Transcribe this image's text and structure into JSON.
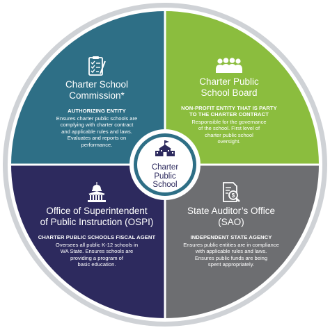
{
  "center": {
    "label_line1": "Charter",
    "label_line2": "Public",
    "label_line3": "School",
    "icon": "school-building-icon"
  },
  "quadrants": {
    "top_left": {
      "title_line1": "Charter School",
      "title_line2": "Commission*",
      "subtitle": "AUTHORIZING ENTITY",
      "desc": [
        "Ensures charter public schools are",
        "complying with charter contract",
        "and applicable rules and laws.",
        "Evaluates and reports on",
        "performance."
      ],
      "icon": "clipboard-checklist-icon",
      "color": "#2e6f86"
    },
    "top_right": {
      "title_line1": "Charter Public",
      "title_line2": "School Board",
      "subtitle_line1": "NON-PROFIT ENTITY THAT IS PARTY",
      "subtitle_line2": "TO THE CHARTER CONTRACT",
      "desc": [
        "Responsible for the governance",
        "of the school. First level of",
        "charter public school",
        "oversight."
      ],
      "icon": "board-members-icon",
      "color": "#8bbd3e"
    },
    "bottom_left": {
      "title_line1": "Office of Superintendent",
      "title_line2": "of Public Instruction (OSPI)",
      "subtitle": "CHARTER PUBLIC SCHOOLS FISCAL AGENT",
      "desc": [
        "Oversees all public K-12 schools in",
        "WA State. Ensures schools are",
        "providing a program of",
        "basic education."
      ],
      "icon": "capitol-building-icon",
      "color": "#2d2a5e"
    },
    "bottom_right": {
      "title_line1": "State Auditor’s Office",
      "title_line2": "(SAO)",
      "subtitle": "INDEPENDENT STATE AGENCY",
      "desc": [
        "Ensures public entities are in compliance",
        "with applicable rules and laws.",
        "Ensures public funds are being",
        "spent appropriately."
      ],
      "icon": "document-magnifier-icon",
      "color": "#6d6e71"
    }
  },
  "ring_color": "#cfd2d6",
  "center_ring_color": "#2e6f86"
}
